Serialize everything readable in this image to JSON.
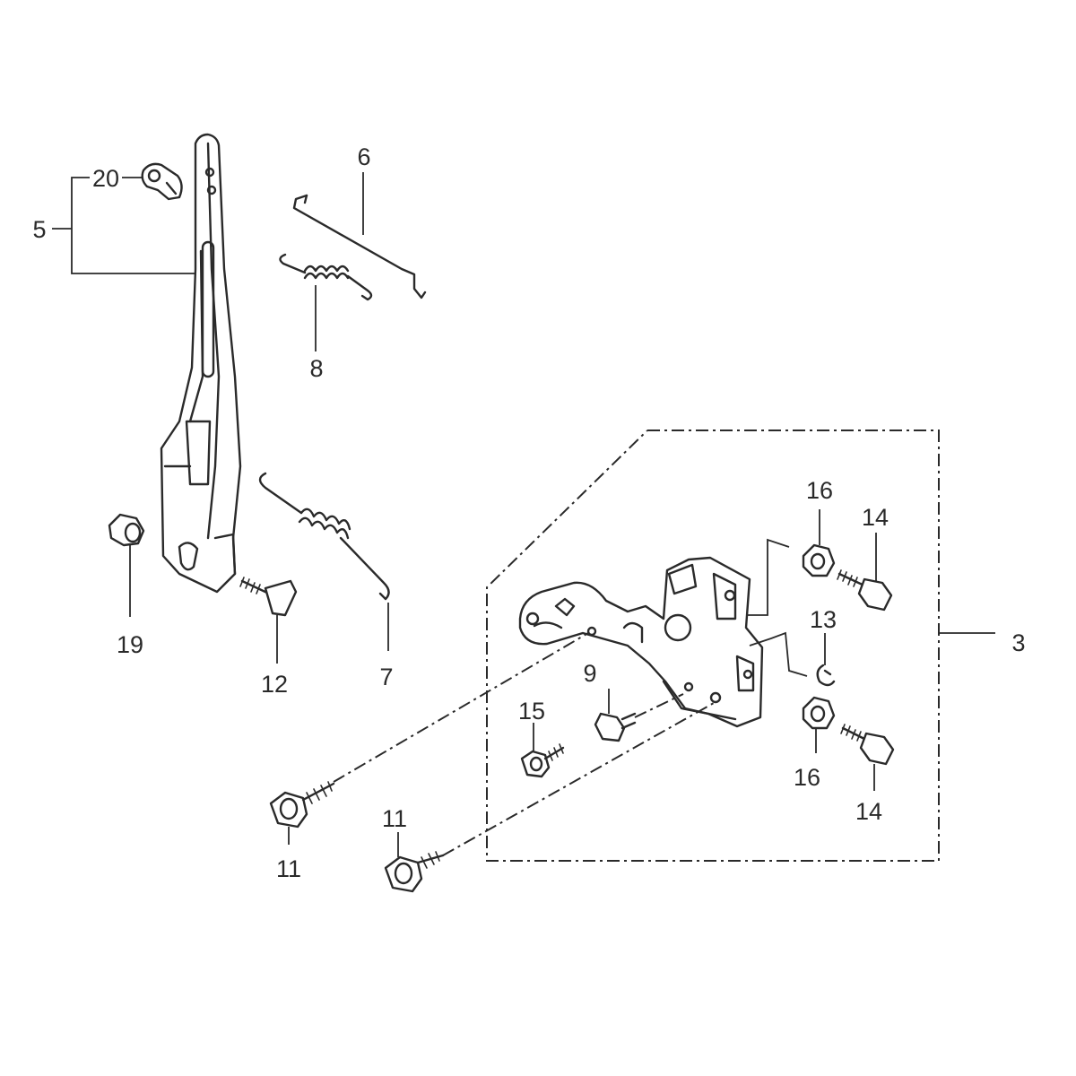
{
  "diagram": {
    "labels": {
      "p3": "3",
      "p5": "5",
      "p6": "6",
      "p7": "7",
      "p8": "8",
      "p9": "9",
      "p11a": "11",
      "p11b": "11",
      "p12": "12",
      "p13": "13",
      "p14a": "14",
      "p14b": "14",
      "p15": "15",
      "p16a": "16",
      "p16b": "16",
      "p19": "19",
      "p20": "20"
    }
  }
}
